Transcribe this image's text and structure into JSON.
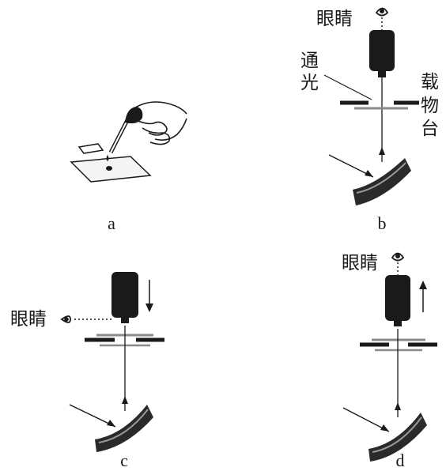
{
  "panels": {
    "a": {
      "label": "a"
    },
    "b": {
      "label": "b",
      "eye": "眼睛",
      "aperture": [
        "通",
        "光"
      ],
      "stage": [
        "载",
        "物",
        "台"
      ]
    },
    "c": {
      "label": "c",
      "eye": "眼睛"
    },
    "d": {
      "label": "d",
      "eye": "眼睛"
    }
  },
  "colors": {
    "ink": "#1a1a1a",
    "gray": "#8a8a8a",
    "light": "#d0d0d0"
  }
}
